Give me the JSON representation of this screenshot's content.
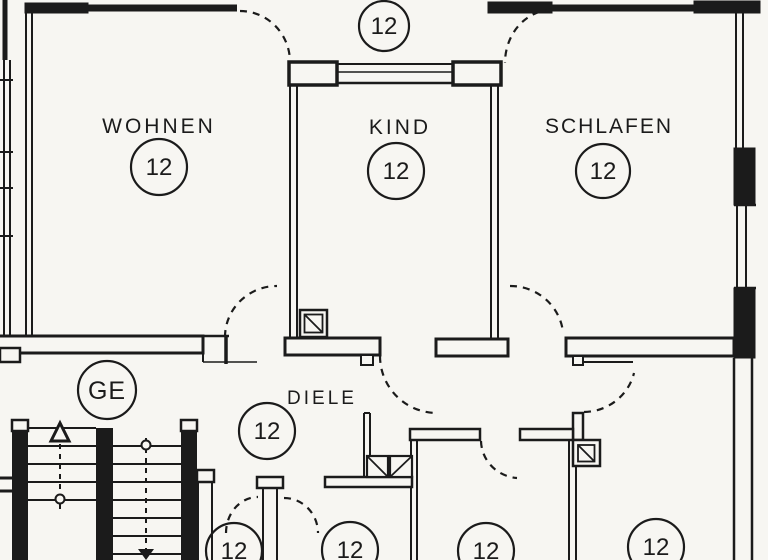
{
  "plan": {
    "rooms": [
      {
        "name": "WOHNEN",
        "number": "12"
      },
      {
        "name": "KIND",
        "number": "12"
      },
      {
        "name": "SCHLAFEN",
        "number": "12"
      },
      {
        "name": "DIELE",
        "number": "12"
      }
    ],
    "markers": {
      "balcony_top": "12",
      "entrance": "GE",
      "bottom_rooms": [
        "12",
        "12",
        "12",
        "12"
      ]
    },
    "colors": {
      "line": "#1b1b1b",
      "paper": "#f7f6f2"
    }
  }
}
